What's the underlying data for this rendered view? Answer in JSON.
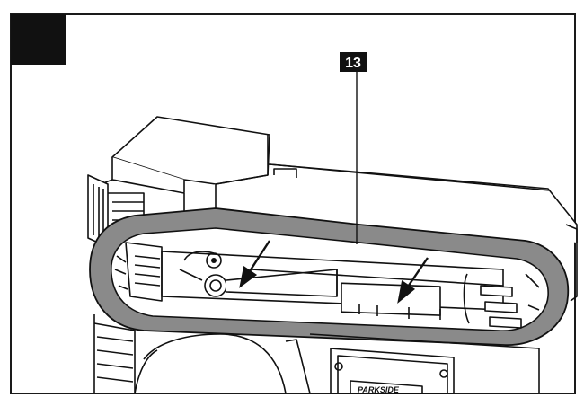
{
  "figure": {
    "step_box_label": "",
    "callouts": [
      {
        "id": "13",
        "label": "13"
      }
    ],
    "nameplate_brand": "PARKSIDE",
    "colors": {
      "frame": "#1a1a1a",
      "belt": "#8a8a8a",
      "line": "#111111",
      "paper": "#ffffff",
      "callout_bg": "#111111",
      "callout_text": "#ffffff"
    }
  }
}
